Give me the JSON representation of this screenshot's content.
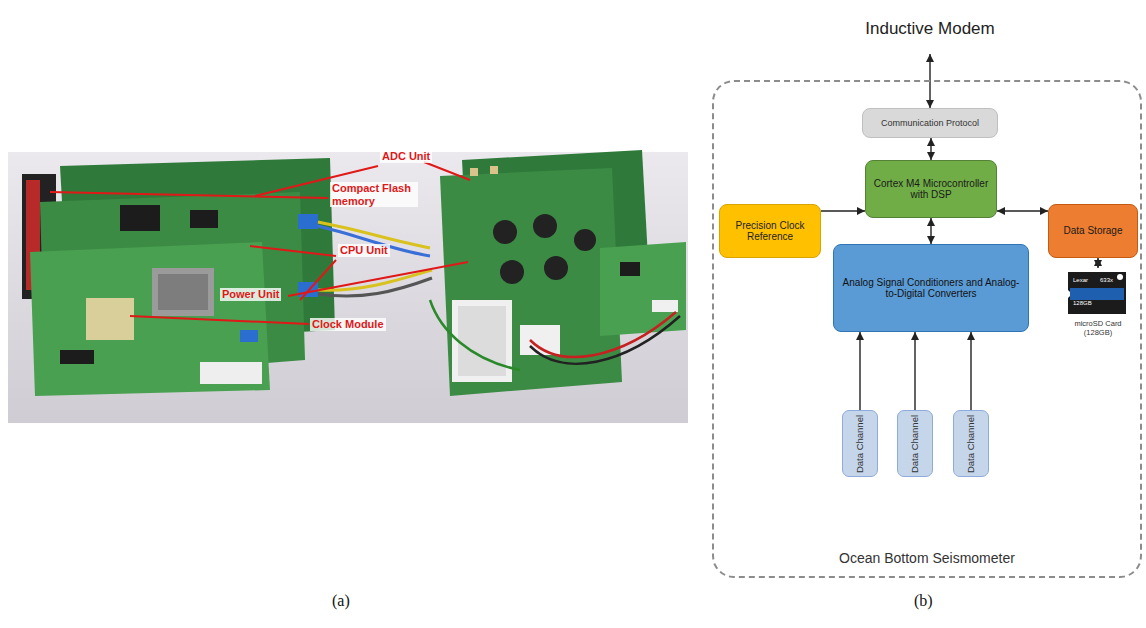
{
  "diagram": {
    "nodes": [
      {
        "text": [
          "Inductive Modem"
        ]
      },
      {
        "text": [
          "Ocean Bottom Seismometer"
        ]
      },
      {
        "text": [
          "Communication Protocol"
        ],
        "in": 1
      },
      {
        "text": [
          "Precision Clock Reference"
        ],
        "in": 1
      },
      {
        "text": [
          "Cortex M4 Microcontroller with DSP"
        ],
        "in": 1
      },
      {
        "text": [
          "Data Storage"
        ],
        "in": 1
      },
      {
        "text": [
          "microSD Card (128GB)"
        ],
        "in": 1
      },
      {
        "text": [
          "Analog Signal Conditioners and Analog-to-Digital Converters"
        ],
        "in": 1
      },
      {
        "text": [
          "Data Channel"
        ],
        "in": 1
      },
      {
        "text": [
          "Data Channel"
        ],
        "in": 1
      },
      {
        "text": [
          "Data Channel"
        ],
        "in": 1
      }
    ],
    "edges": [
      {
        "from": 0,
        "to": 2,
        "arrow": "both"
      },
      {
        "from": 2,
        "to": 4,
        "arrow": "both"
      },
      {
        "from": 3,
        "to": 4,
        "arrow": "to"
      },
      {
        "from": 4,
        "to": 5,
        "arrow": "both"
      },
      {
        "from": 5,
        "to": 6,
        "arrow": "both"
      },
      {
        "from": 4,
        "to": 7,
        "arrow": "both"
      },
      {
        "from": 8,
        "to": 7,
        "arrow": "to"
      },
      {
        "from": 9,
        "to": 7,
        "arrow": "to"
      },
      {
        "from": 10,
        "to": 7,
        "arrow": "to"
      }
    ],
    "labels": [
      "ADC Unit",
      "Compact Flash memory",
      "CPU Unit",
      "Power Unit",
      "Clock Module",
      "Lexar",
      "633x",
      "128GB",
      "(a)",
      "(b)"
    ]
  }
}
